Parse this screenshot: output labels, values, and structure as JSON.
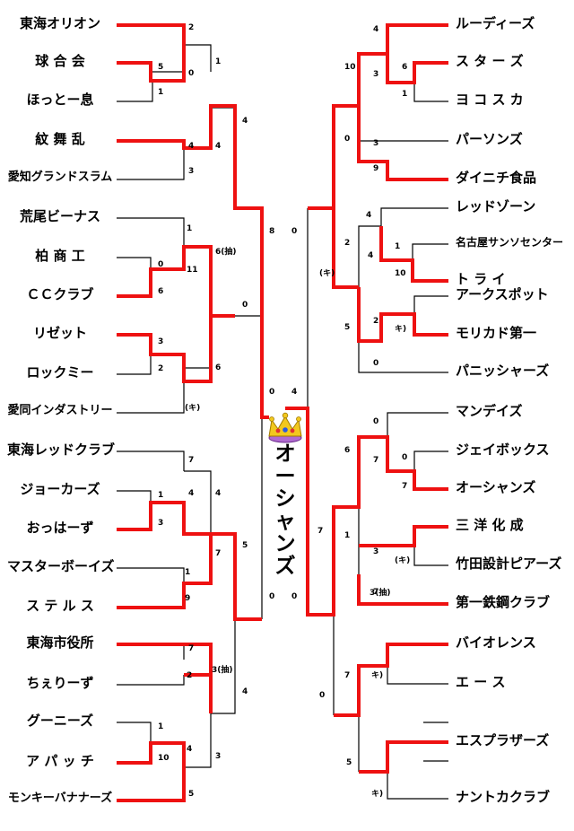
{
  "champion": "オーシャンズ",
  "teams_left": [
    "東海オリオン",
    "球 合 会",
    "ほっとー息",
    "紋 舞 乱",
    "愛知グランドスラム",
    "荒尾ビーナス",
    "柏 商 工",
    "ＣＣクラブ",
    "リゼット",
    "ロックミー",
    "愛同インダストリー",
    "東海レッドクラブ",
    "ジョーカーズ",
    "おっはーず",
    "マスターボーイズ",
    "ス テ ル ス",
    "東海市役所",
    "ちぇりーず",
    "グーニーズ",
    "ア パ ッ チ",
    "モンキーバナナーズ"
  ],
  "teams_right": [
    "ルーディーズ",
    "ス タ ー ズ",
    "ヨ コ ス カ",
    "パーソンズ",
    "ダイニチ食品",
    "レッドゾーン",
    "名古屋サンソセンター",
    "ト ラ イ",
    "アークスポット",
    "モリカド第一",
    "パニッシャーズ",
    "マンデイズ",
    "ジェイボックス",
    "オーシャンズ",
    "三 洋 化 成",
    "竹田設計ピアーズ",
    "第一鉄鋼クラブ",
    "バイオレンス",
    "エ ー ス",
    "エスプラザーズ",
    "ナントカクラブ"
  ],
  "scores": [
    "2",
    "0",
    "5",
    "1",
    "1",
    "4",
    "4",
    "4",
    "3",
    "1",
    "0",
    "11",
    "6",
    "6(抽)",
    "0",
    "3",
    "2",
    "6",
    "(キ)",
    "8",
    "0",
    "0",
    "4",
    "7",
    "4",
    "1",
    "3",
    "4",
    "5",
    "7",
    "1",
    "9",
    "0",
    "7",
    "2",
    "3(抽)",
    "4",
    "1",
    "4",
    "10",
    "3",
    "5",
    "0",
    "10",
    "4",
    "3",
    "6",
    "1",
    "0",
    "3",
    "9",
    "4",
    "2",
    "4",
    "1",
    "10",
    "(キ)",
    "5",
    "2",
    "キ)",
    "0",
    "0",
    "6",
    "7",
    "0",
    "7",
    "1",
    "3",
    "(キ)",
    "3(抽)",
    "7",
    "7",
    "キ)",
    "0",
    "5",
    "キ)",
    "7"
  ],
  "colors": {
    "win": "#ee1111",
    "line": "#000000"
  }
}
